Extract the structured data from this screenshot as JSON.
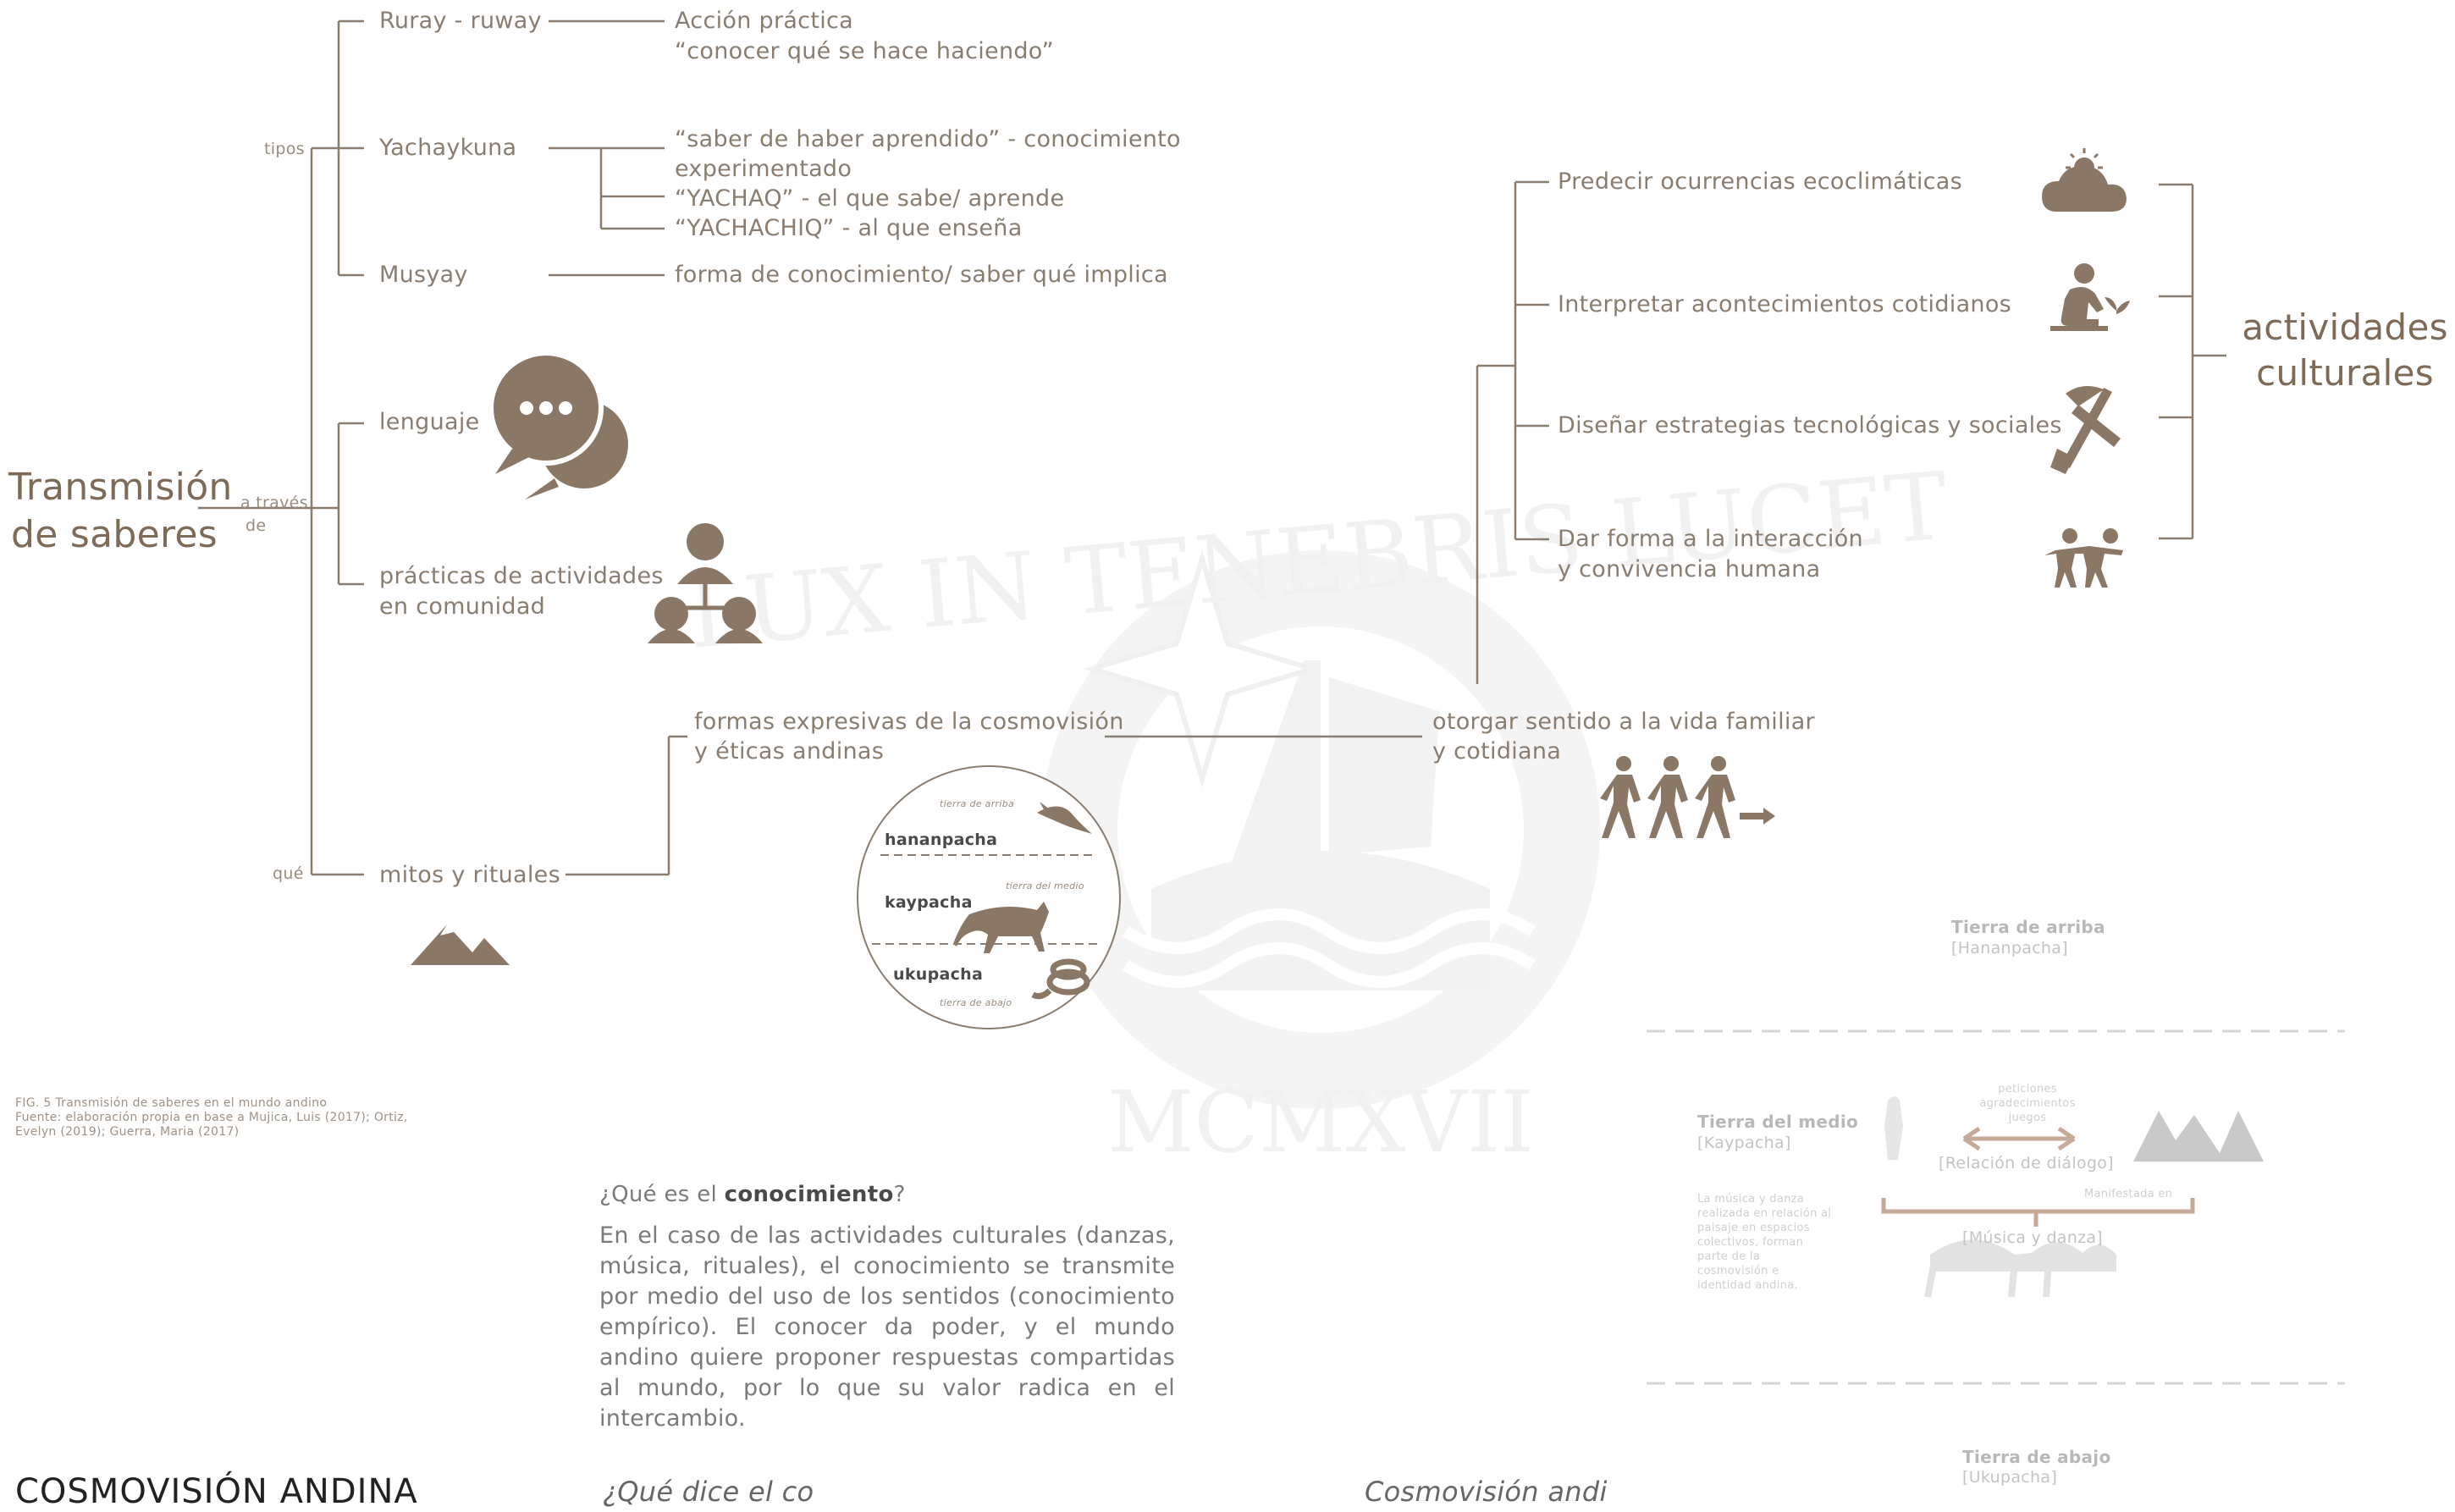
{
  "watermark": {
    "text": "LUX IN TENEBRIS LUCET",
    "year": "MCMXVII"
  },
  "main_title": {
    "line1": "Transmisión",
    "line2": "de saberes"
  },
  "connectors": {
    "tipos": "tipos",
    "a_traves_1": "a través",
    "a_traves_2": "de",
    "que": "qué"
  },
  "tipos": [
    {
      "label": "Ruray - ruway",
      "desc1": "Acción práctica",
      "desc2": "“conocer qué se hace haciendo”"
    },
    {
      "label": "Yachaykuna",
      "desc1": "“saber de haber aprendido” - conocimiento",
      "desc2": "experimentado",
      "desc3": "“YACHAQ” - el que sabe/ aprende",
      "desc4": "“YACHACHIQ” - al que enseña"
    },
    {
      "label": "Musyay",
      "desc1": "forma de conocimiento/ saber qué implica"
    }
  ],
  "medios": {
    "lenguaje": "lenguaje",
    "practicas1": "prácticas de actividades",
    "practicas2": "en  comunidad"
  },
  "que": {
    "mitos": "mitos y rituales",
    "formas1": "formas expresivas de la cosmovisión",
    "formas2": "y éticas andinas",
    "otorgar1": "otorgar sentido a la vida familiar",
    "otorgar2": "y cotidiana"
  },
  "cosmos_circle": {
    "arriba_note": "tierra de arriba",
    "hanan": "hananpacha",
    "medio_note": "tierra del medio",
    "kay": "kaypacha",
    "uku": "ukupacha",
    "abajo_note": "tierra de abajo"
  },
  "actividades": [
    {
      "label1": "Predecir ocurrencias ecoclimáticas"
    },
    {
      "label1": "Interpretar acontecimientos cotidianos"
    },
    {
      "label1": "Diseñar estrategias tecnológicas y sociales"
    },
    {
      "label1": "Dar forma a la interacción",
      "label2": "y convivencia humana"
    }
  ],
  "actividades_title": {
    "line1": "actividades",
    "line2": "culturales"
  },
  "caption": {
    "line1": "FIG. 5 Transmisión de saberes en el mundo andino",
    "line2": "Fuente: elaboración propia en base a Mujica, Luis (2017); Ortiz,",
    "line3": "Evelyn (2019); Guerra, Maria (2017)"
  },
  "question": {
    "pre": "¿Qué es el ",
    "bold": "conocimiento",
    "post": "?"
  },
  "paragraph": "En el caso de las actividades culturales (danzas, música, rituales), el conocimiento se transmite por medio del uso de los sentidos (conocimiento empírico). El conocer da poder, y el mundo andino quiere proponer respuestas compartidas al mundo, por lo que su valor radica en el intercambio.",
  "faded_diagram": {
    "arriba_title": "Tierra de arriba",
    "arriba_sub": "[Hananpacha]",
    "medio_title": "Tierra del medio",
    "medio_sub": "[Kaypacha]",
    "medio_desc": "La música y danza realizada en relación al paisaje en espacios colectivos, forman parte de la cosmovisión e identidad andina.",
    "peticiones": "peticiones agradecimientos juegos",
    "relacion": "[Relación de diálogo]",
    "manifestada": "Manifestada en",
    "musica": "[Música y danza]",
    "abajo_title": "Tierra de abajo",
    "abajo_sub": "[Ukupacha]"
  },
  "bottom": {
    "heading": "COSMOVISIÓN ANDINA",
    "mid": "¿Qué dice el co",
    "right": "Cosmovisión andi"
  },
  "colors": {
    "line": "#8a7d70",
    "icon": "#8b7765",
    "title": "#7d6a57",
    "watermark": "#e6e6e6"
  }
}
